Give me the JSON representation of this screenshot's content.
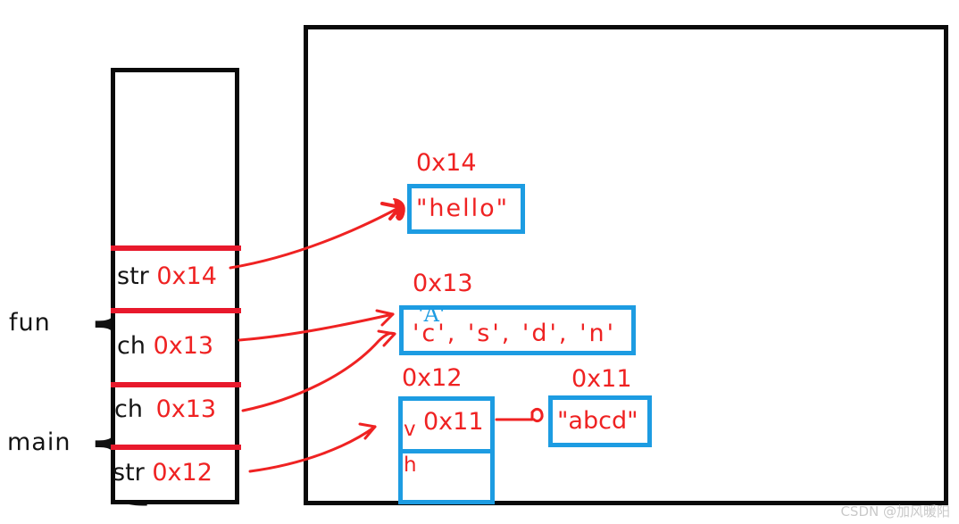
{
  "scopes": [
    {
      "name": "fun"
    },
    {
      "name": "main"
    }
  ],
  "stack": {
    "rows": [
      {
        "var": "str",
        "value": "0x14"
      },
      {
        "var": "ch",
        "value": "0x13"
      },
      {
        "var": "ch",
        "value": "0x13"
      },
      {
        "var": "str",
        "value": "0x12"
      }
    ]
  },
  "heap": {
    "blocks": [
      {
        "address": "0x14",
        "content": "\"hello\""
      },
      {
        "address": "0x13",
        "content": "'c', 's', 'd', 'n'",
        "annotation": "'A'"
      },
      {
        "address": "0x12",
        "cells": [
          {
            "label": "v",
            "value": "0x11"
          },
          {
            "label": "h",
            "value": ""
          }
        ]
      },
      {
        "address": "0x11",
        "content": "\"abcd\""
      }
    ]
  },
  "colors": {
    "red": "#ef2222",
    "blue": "#1d9ce2",
    "black": "#0a0a0a",
    "watermark": "#c9c9c9"
  },
  "watermark": "CSDN @加风暖阳"
}
